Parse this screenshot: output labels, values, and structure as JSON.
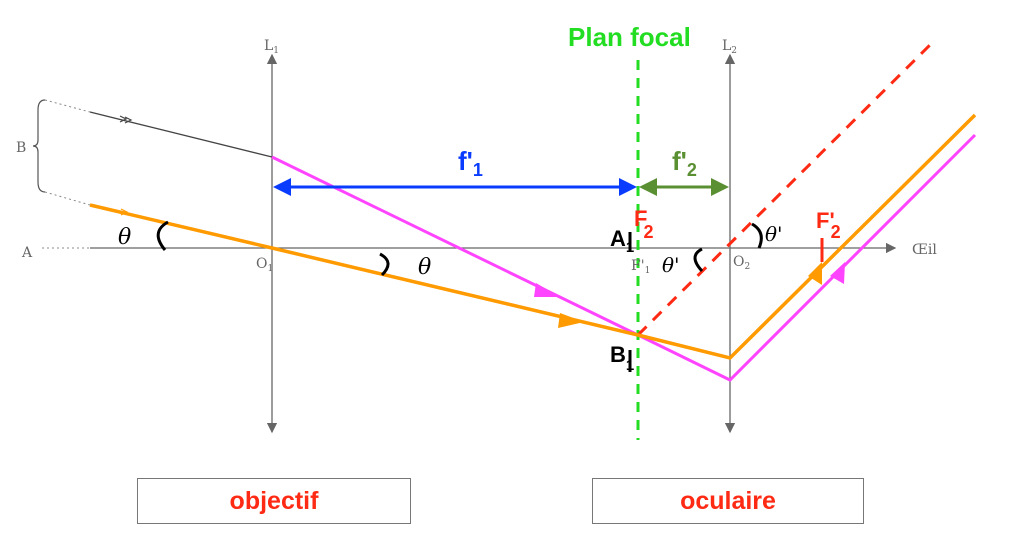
{
  "labels": {
    "plan_focal": "Plan focal",
    "L1": "L",
    "L1_sub": "1",
    "L2": "L",
    "L2_sub": "2",
    "B": "B",
    "A": "A",
    "O1": "O",
    "O1_sub": "1",
    "O2": "O",
    "O2_sub": "2",
    "F1p": "F'",
    "F1p_sub": "1",
    "oeil": "Œil",
    "f1": "f'",
    "f1_sub": "1",
    "f2": "f'",
    "f2_sub": "2",
    "A1": "A",
    "A1_sub": "1",
    "B1": "B",
    "B1_sub": "1",
    "F2": "F",
    "F2_sub": "2",
    "F2p": "F'",
    "F2p_sub": "2",
    "theta": "θ",
    "theta_p": "θ'"
  },
  "boxes": {
    "objectif": "objectif",
    "oculaire": "oculaire"
  },
  "colors": {
    "green": "#22dd22",
    "blue": "#0a3cff",
    "dark_green": "#5a8f32",
    "orange": "#ff9a00",
    "magenta": "#ff44ff",
    "red": "#ff2a14"
  }
}
